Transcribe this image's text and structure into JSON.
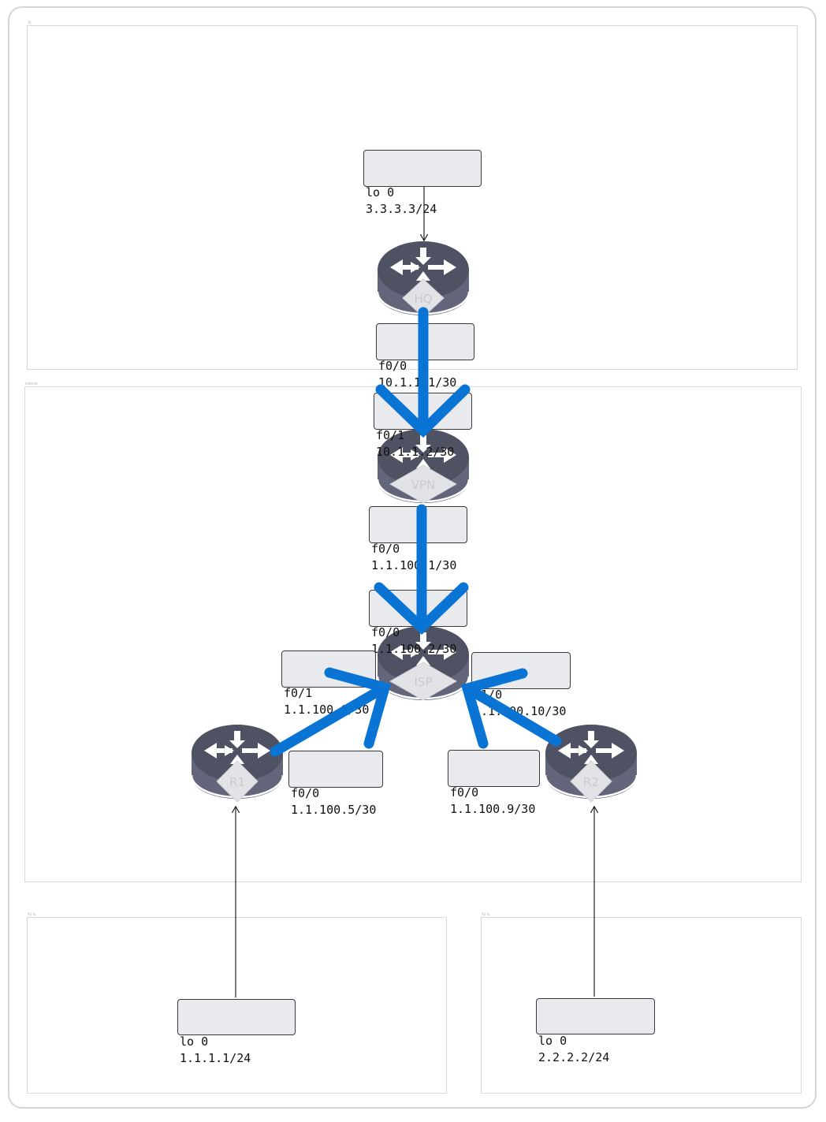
{
  "zones": {
    "top": {
      "title": "ჰქ"
    },
    "middle": {
      "title": "Internet"
    },
    "bottom_left": {
      "title": "R1 lo"
    },
    "bottom_right": {
      "title": "R2 lo"
    }
  },
  "routers": {
    "hq": {
      "name": "HQ"
    },
    "vpn": {
      "name": "VPN"
    },
    "isp": {
      "name": "ISP"
    },
    "r1": {
      "name": "R1"
    },
    "r2": {
      "name": "R2"
    }
  },
  "labels": {
    "hq_lo": {
      "l1": "lo 0",
      "l2": "3.3.3.3/24"
    },
    "hq_f0": {
      "l1": "f0/0",
      "l2": "10.1.1.1/30"
    },
    "vpn_f01": {
      "l1": "f0/1",
      "l2": "10.1.1.2/30"
    },
    "vpn_f00": {
      "l1": "f0/0",
      "l2": "1.1.100.1/30"
    },
    "isp_f00": {
      "l1": "f0/0",
      "l2": "1.1.100.2/30"
    },
    "isp_f01": {
      "l1": "f0/1",
      "l2": "1.1.100.6/30"
    },
    "isp_f10": {
      "l1": "f1/0",
      "l2": "1.1.100.10/30"
    },
    "r1_f00": {
      "l1": "f0/0",
      "l2": "1.1.100.5/30"
    },
    "r2_f00": {
      "l1": "f0/0",
      "l2": "1.1.100.9/30"
    },
    "r1_lo": {
      "l1": "lo 0",
      "l2": "1.1.1.1/24"
    },
    "r2_lo": {
      "l1": "lo 0",
      "l2": "2.2.2.2/24"
    }
  },
  "colors": {
    "link": "#0a74d4",
    "router_body": "#4f5263",
    "router_side": "#63667a",
    "label_bg": "#e8eaed"
  }
}
